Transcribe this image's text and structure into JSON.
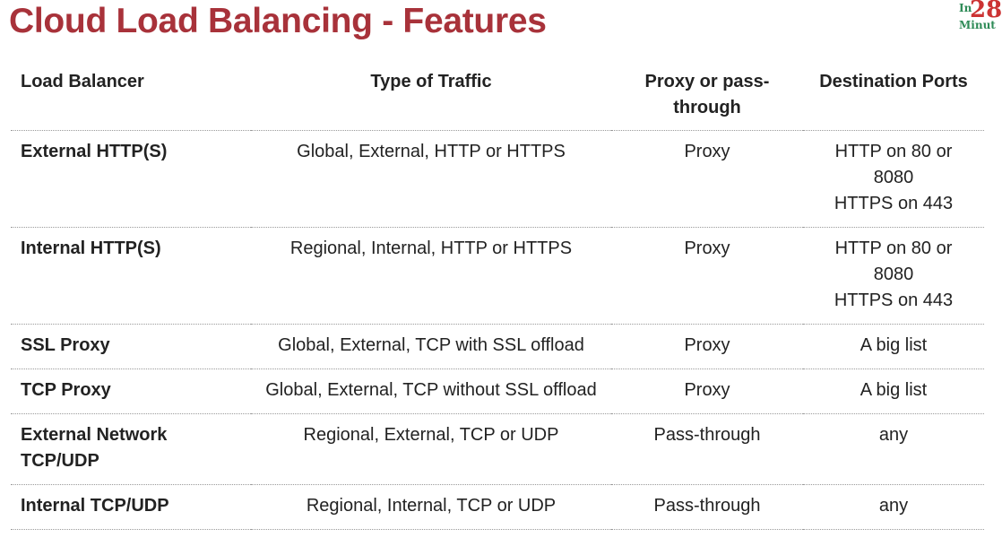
{
  "title": "Cloud Load Balancing - Features",
  "logo": {
    "top": "In",
    "number": "28",
    "bottom": "Minut"
  },
  "table": {
    "headers": [
      "Load Balancer",
      "Type of Traffic",
      "Proxy or pass-through",
      "Destination Ports"
    ],
    "rows": [
      [
        "External HTTP(S)",
        "Global, External, HTTP or HTTPS",
        "Proxy",
        "HTTP on 80 or 8080\nHTTPS on 443"
      ],
      [
        "Internal HTTP(S)",
        "Regional, Internal, HTTP or HTTPS",
        "Proxy",
        "HTTP on 80 or 8080\nHTTPS on 443"
      ],
      [
        "SSL Proxy",
        "Global, External, TCP with SSL offload",
        "Proxy",
        "A big list"
      ],
      [
        "TCP Proxy",
        "Global, External, TCP without SSL offload",
        "Proxy",
        "A big list"
      ],
      [
        "External Network TCP/UDP",
        "Regional, External, TCP or UDP",
        "Pass-through",
        "any"
      ],
      [
        "Internal TCP/UDP",
        "Regional, Internal, TCP or UDP",
        "Pass-through",
        "any"
      ]
    ]
  }
}
